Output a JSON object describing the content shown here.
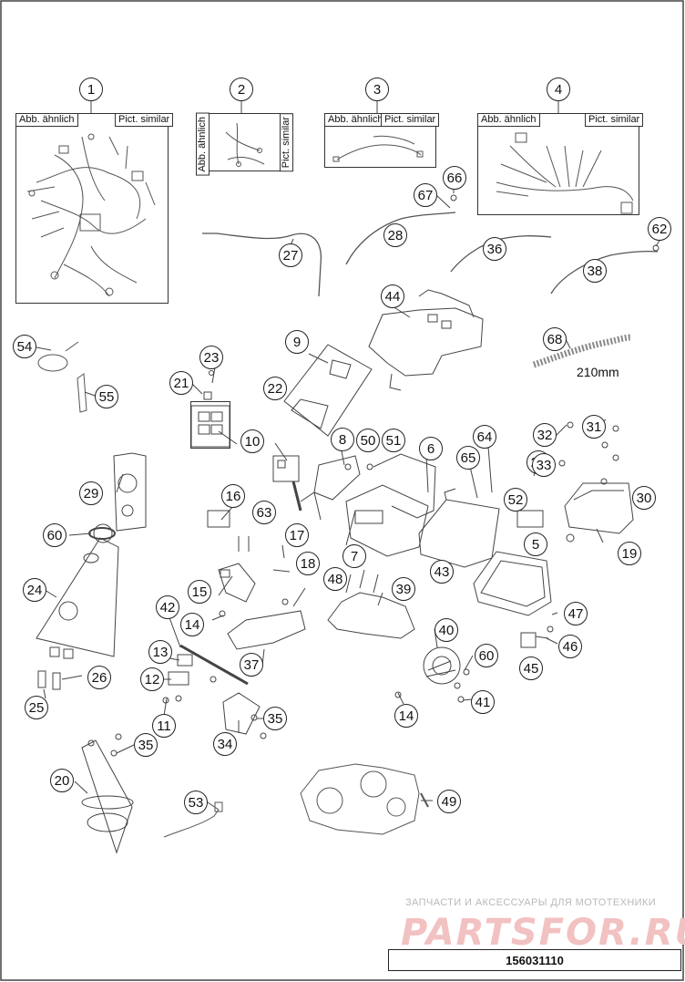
{
  "diagram": {
    "caption_de": "Abb. ähnlich",
    "caption_en": "Pict. similar",
    "length_note": "210mm",
    "callouts": [
      "1",
      "2",
      "3",
      "4",
      "9",
      "10",
      "11",
      "12",
      "13",
      "14",
      "15",
      "16",
      "17",
      "18",
      "19",
      "20",
      "21",
      "22",
      "23",
      "24",
      "25",
      "26",
      "27",
      "28",
      "29",
      "30",
      "31",
      "32",
      "33",
      "34",
      "35",
      "36",
      "37",
      "38",
      "39",
      "40",
      "41",
      "42",
      "43",
      "44",
      "45",
      "46",
      "47",
      "48",
      "49",
      "50",
      "51",
      "52",
      "53",
      "54",
      "55",
      "5",
      "6",
      "7",
      "8",
      "60",
      "61",
      "62",
      "63",
      "64",
      "65",
      "66",
      "67",
      "68"
    ],
    "watermark_text": "ЗАПЧАСТИ И АКСЕССУАРЫ ДЛЯ МОТОТЕХНИКИ",
    "watermark_logo": "PARTSFOR.RU",
    "drawing_number": "156031110"
  }
}
